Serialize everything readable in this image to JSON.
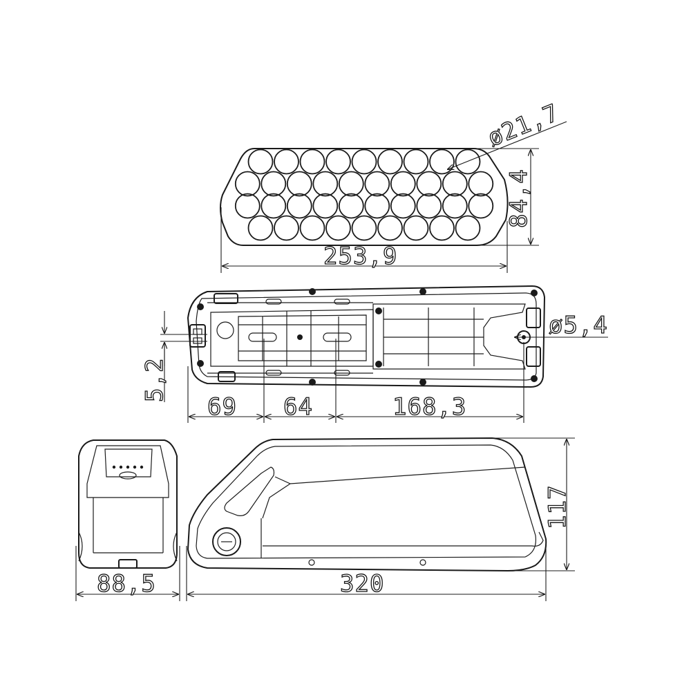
{
  "dimensions": {
    "cell_diameter": "ø21,7",
    "pack_height": "84,4",
    "pack_width": "253,9",
    "offset_small": "5,2",
    "mount_a": "69",
    "mount_b": "64",
    "mount_c": "168,3",
    "hole_diameter": "ø5,4",
    "side_width": "88,5",
    "overall_length": "320",
    "overall_height": "117"
  },
  "cell_rows": [
    9,
    10,
    10,
    9
  ],
  "line_color": "#1a1a1a"
}
